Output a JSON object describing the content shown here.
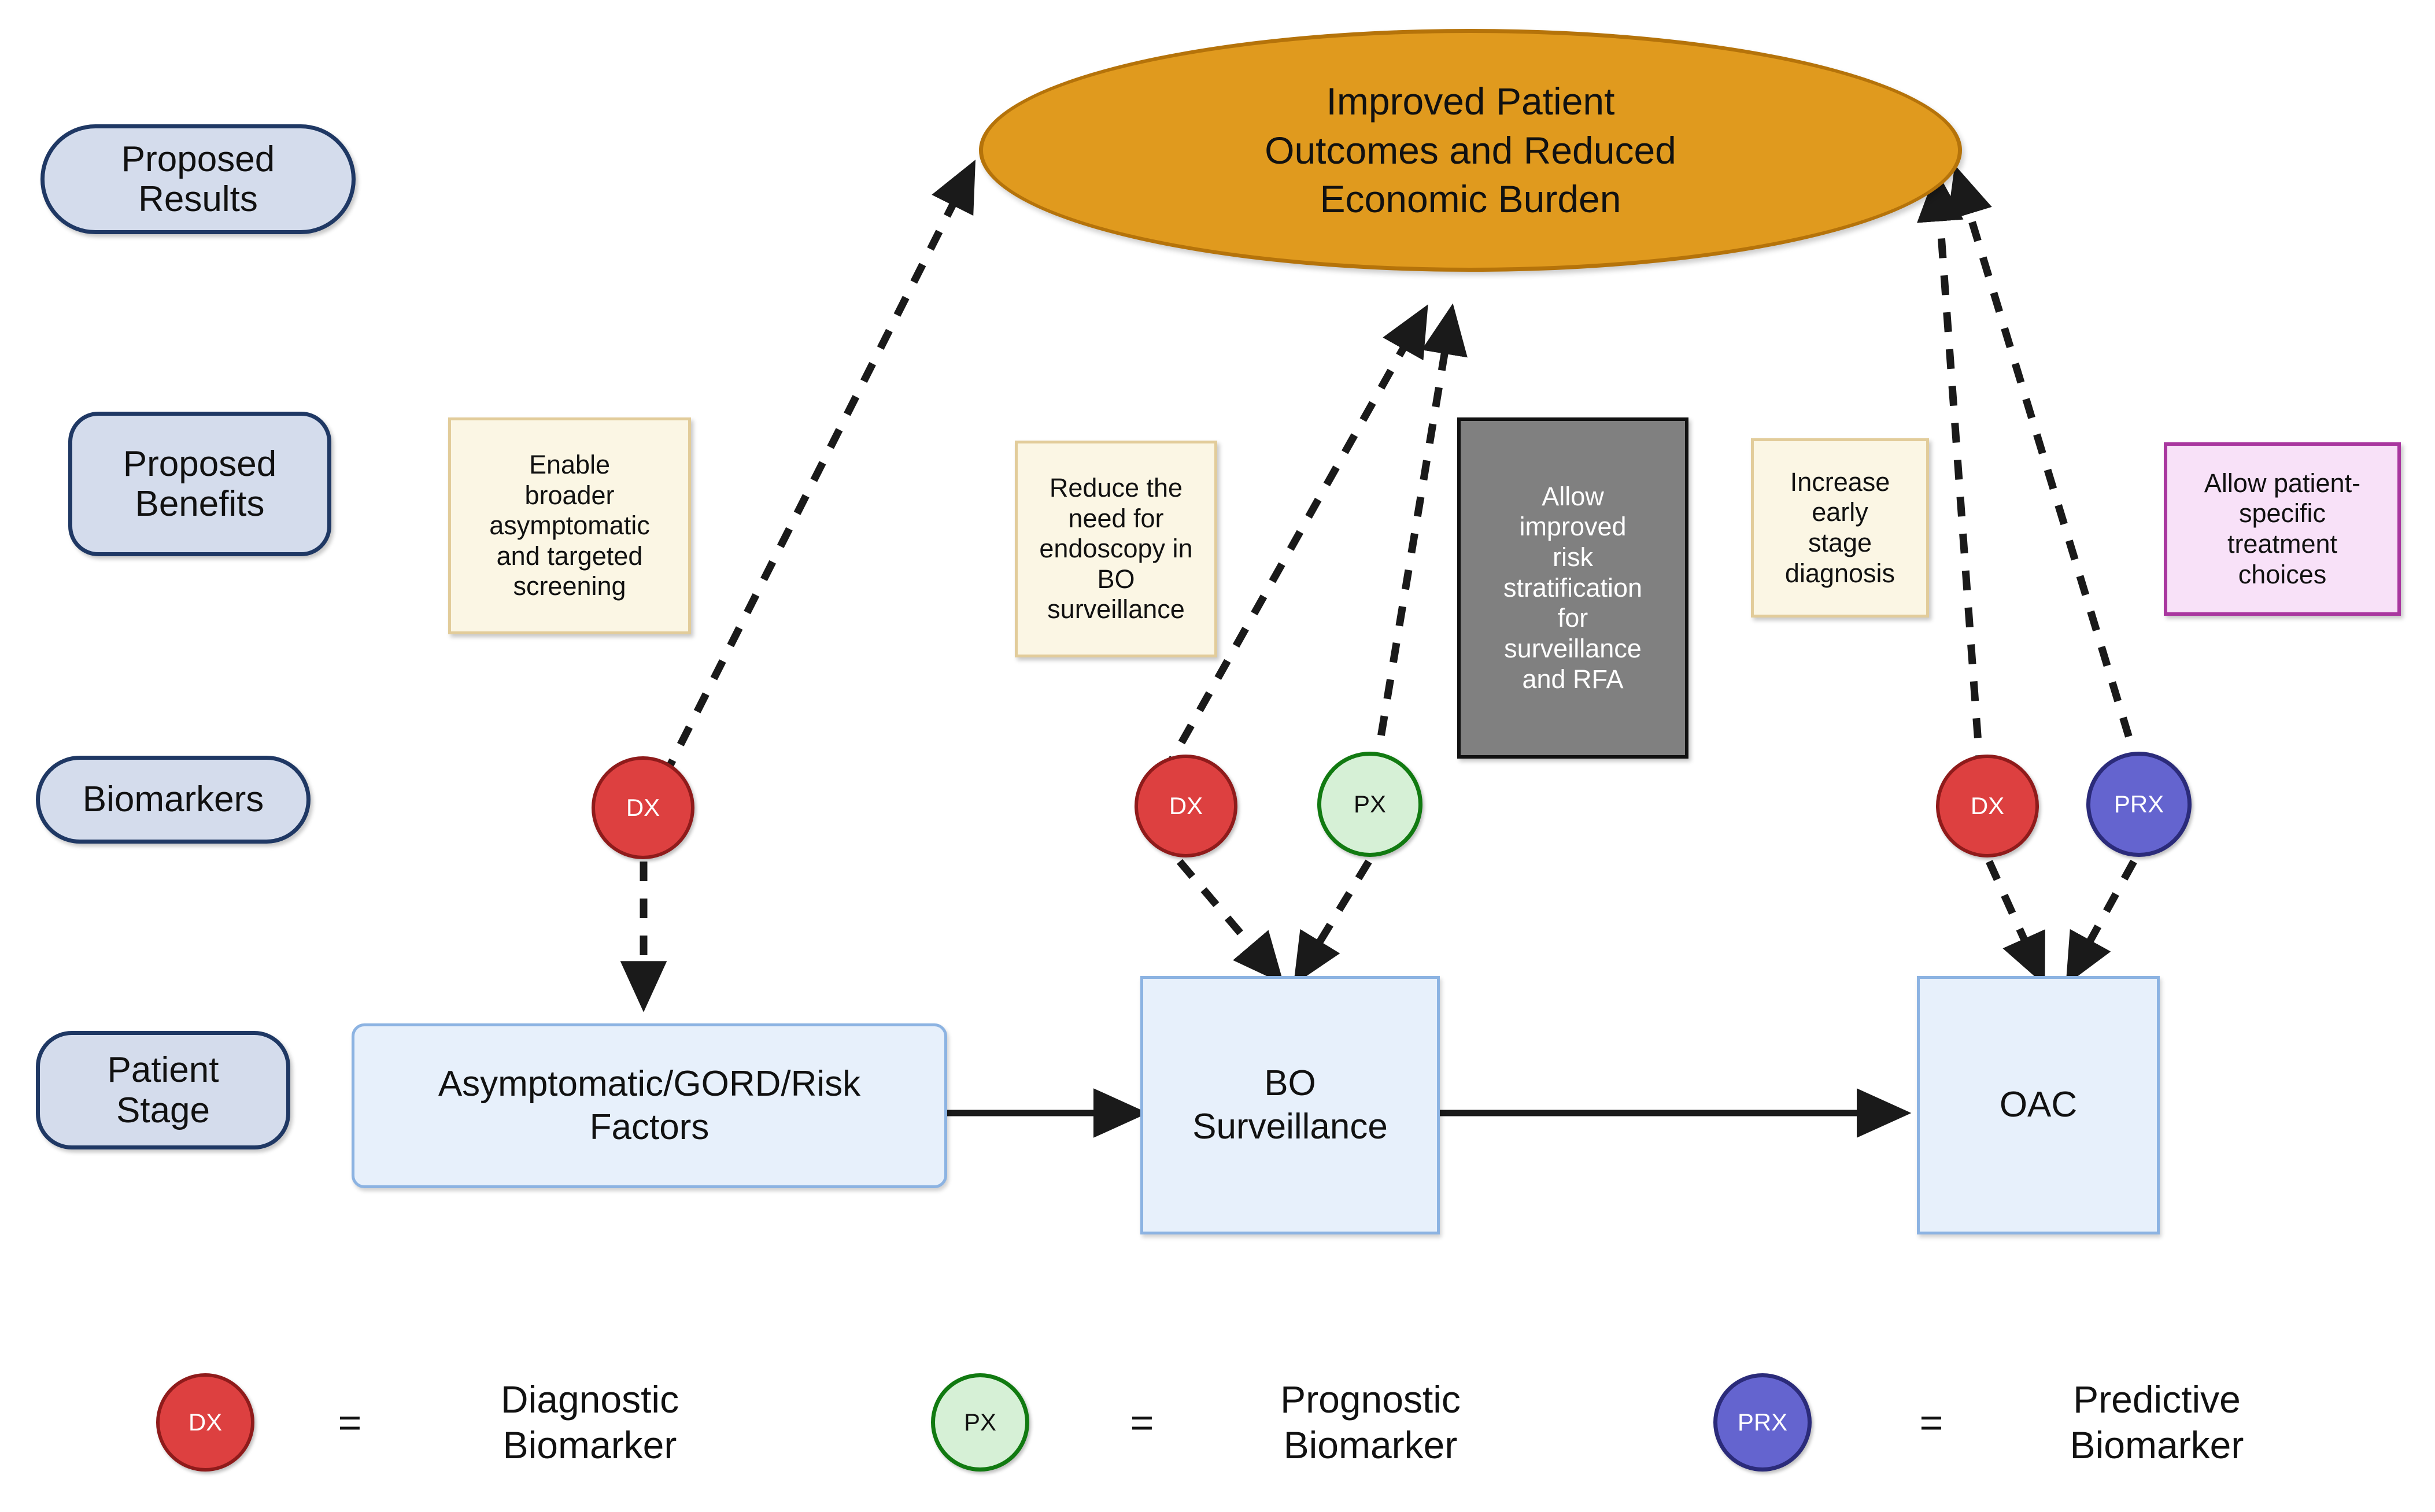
{
  "row_labels": [
    {
      "id": "proposed-results",
      "line1": "Proposed",
      "line2": "Results"
    },
    {
      "id": "proposed-benefits",
      "line1": "Proposed",
      "line2": "Benefits"
    },
    {
      "id": "biomarkers",
      "line1": "Biomarkers",
      "line2": ""
    },
    {
      "id": "patient-stage",
      "line1": "Patient",
      "line2": "Stage"
    }
  ],
  "goal": {
    "line1": "Improved Patient",
    "line2": "Outcomes and Reduced",
    "line3": "Economic Burden",
    "fill": "#e09a1e",
    "stroke": "#b5730a"
  },
  "benefits": [
    {
      "id": "enable-broader-screening",
      "style": "cream",
      "lines": [
        "Enable",
        "broader",
        "asymptomatic",
        "and targeted",
        "screening"
      ],
      "fill": "#fbf6e4",
      "stroke": "#e2cc9a"
    },
    {
      "id": "reduce-endoscopy-need",
      "style": "cream",
      "lines": [
        "Reduce the",
        "need for",
        "endoscopy in",
        "BO",
        "surveillance"
      ],
      "fill": "#fbf6e4",
      "stroke": "#e2cc9a"
    },
    {
      "id": "improved-risk-stratification",
      "style": "gray",
      "lines": [
        "Allow",
        "improved",
        "risk",
        "stratification",
        "for",
        "surveillance",
        "and RFA"
      ],
      "fill": "#808080",
      "stroke": "#111111"
    },
    {
      "id": "increase-early-stage-diagnosis",
      "style": "cream",
      "lines": [
        "Increase",
        "early",
        "stage",
        "diagnosis"
      ],
      "fill": "#fbf6e4",
      "stroke": "#e2cc9a"
    },
    {
      "id": "patient-specific-treatment",
      "style": "pink",
      "lines": [
        "Allow patient-",
        "specific",
        "treatment",
        "choices"
      ],
      "fill": "#f8e1f8",
      "stroke": "#a9379f"
    }
  ],
  "biomarkers": [
    {
      "id": "dx-screening",
      "label": "DX",
      "type": "dx"
    },
    {
      "id": "dx-surveillance",
      "label": "DX",
      "type": "dx"
    },
    {
      "id": "px-surveillance",
      "label": "PX",
      "type": "px"
    },
    {
      "id": "dx-oac",
      "label": "DX",
      "type": "dx"
    },
    {
      "id": "prx-oac",
      "label": "PRX",
      "type": "prx"
    }
  ],
  "stages": [
    {
      "id": "asymptomatic-gord-risk",
      "line1": "Asymptomatic/GORD/Risk",
      "line2": "Factors"
    },
    {
      "id": "bo-surveillance",
      "line1": "BO",
      "line2": "Surveillance"
    },
    {
      "id": "oac",
      "line1": "OAC",
      "line2": ""
    }
  ],
  "legend": {
    "equals": "=",
    "items": [
      {
        "id": "legend-dx",
        "label": "DX",
        "type": "dx",
        "line1": "Diagnostic",
        "line2": "Biomarker",
        "fill": "#dd4040",
        "stroke": "#8f1b1b"
      },
      {
        "id": "legend-px",
        "label": "PX",
        "type": "px",
        "line1": "Prognostic",
        "line2": "Biomarker",
        "fill": "#d6f0d6",
        "stroke": "#117a11"
      },
      {
        "id": "legend-prx",
        "label": "PRX",
        "type": "prx",
        "line1": "Predictive",
        "line2": "Biomarker",
        "fill": "#6464cf",
        "stroke": "#2b2b7a"
      }
    ]
  },
  "colors": {
    "row_label_fill": "#d4dcec",
    "row_label_stroke": "#1f3864",
    "stage_fill": "#e7f0fb",
    "stage_stroke": "#8cb3e2",
    "edge": "#1a1a1a"
  }
}
